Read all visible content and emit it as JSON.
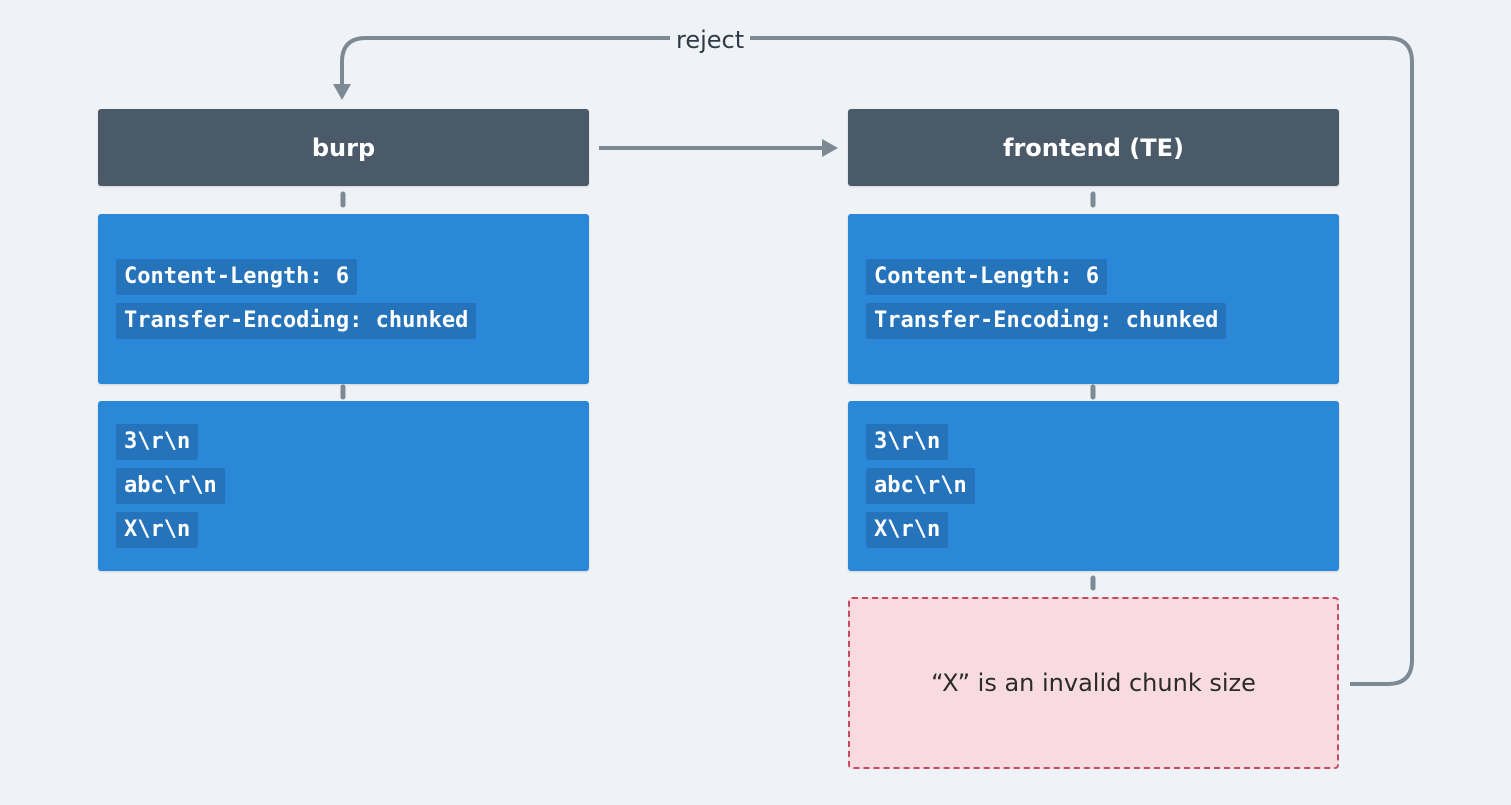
{
  "nodes": {
    "burp": {
      "title": "burp",
      "headers": [
        "Content-Length: 6",
        "Transfer-Encoding: chunked"
      ],
      "body": [
        "3\\r\\n",
        "abc\\r\\n",
        "X\\r\\n"
      ]
    },
    "frontend": {
      "title": "frontend (TE)",
      "headers": [
        "Content-Length: 6",
        "Transfer-Encoding: chunked"
      ],
      "body": [
        "3\\r\\n",
        "abc\\r\\n",
        "X\\r\\n"
      ]
    }
  },
  "error": {
    "message": "“X” is an invalid chunk size"
  },
  "edges": {
    "reject_label": "reject"
  },
  "colors": {
    "header_bg": "#4a5a69",
    "block_bg": "#2b88d9",
    "error_bg": "#f7dbe0",
    "error_border": "#c74a63",
    "connector": "#7d8a95",
    "background": "#eff2f7"
  }
}
